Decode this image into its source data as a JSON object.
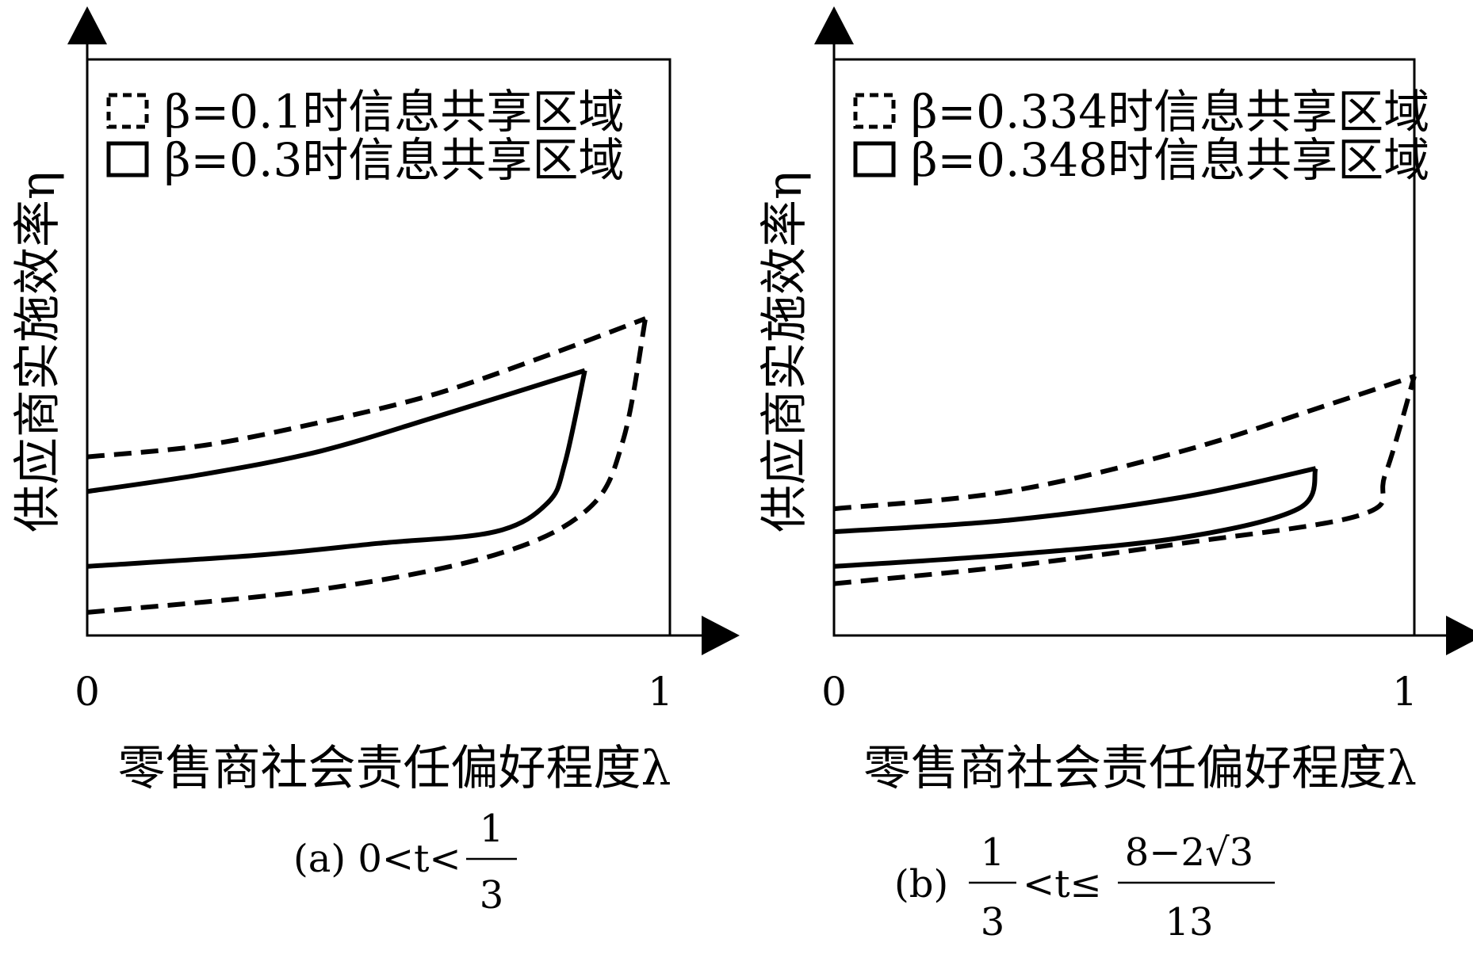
{
  "chart_data": [
    {
      "type": "area",
      "xlabel": "零售商社会责任偏好程度λ",
      "ylabel": "供应商实施效率η",
      "x_ticks": [
        "0",
        "1"
      ],
      "xlim": [
        0,
        1
      ],
      "ylim": [
        0,
        1
      ],
      "grid": false,
      "legend": "top-left",
      "caption": {
        "prefix": "(a) 0<t<",
        "numerator": "1",
        "denominator": "3"
      },
      "series": [
        {
          "name": "β=0.1时信息共享区域",
          "style": "dashed",
          "upper_boundary": [
            [
              0,
              0.31
            ],
            [
              0.2,
              0.33
            ],
            [
              0.4,
              0.37
            ],
            [
              0.6,
              0.42
            ],
            [
              0.8,
              0.49
            ],
            [
              0.958,
              0.55
            ]
          ],
          "lower_boundary": [
            [
              0,
              0.04
            ],
            [
              0.4,
              0.08
            ],
            [
              0.7,
              0.14
            ],
            [
              0.86,
              0.22
            ],
            [
              0.92,
              0.34
            ],
            [
              0.958,
              0.55
            ]
          ]
        },
        {
          "name": "β=0.3时信息共享区域",
          "style": "solid",
          "upper_boundary": [
            [
              0,
              0.25
            ],
            [
              0.2,
              0.28
            ],
            [
              0.4,
              0.32
            ],
            [
              0.6,
              0.38
            ],
            [
              0.854,
              0.46
            ]
          ],
          "lower_boundary": [
            [
              0,
              0.12
            ],
            [
              0.3,
              0.14
            ],
            [
              0.5,
              0.16
            ],
            [
              0.7,
              0.18
            ],
            [
              0.79,
              0.23
            ],
            [
              0.82,
              0.3
            ],
            [
              0.854,
              0.46
            ]
          ]
        }
      ]
    },
    {
      "type": "area",
      "xlabel": "零售商社会责任偏好程度λ",
      "ylabel": "供应商实施效率η",
      "x_ticks": [
        "0",
        "1"
      ],
      "xlim": [
        0,
        1
      ],
      "ylim": [
        0,
        1
      ],
      "grid": false,
      "legend": "top-left",
      "caption": {
        "prefix": "(b) ",
        "frac1_numerator": "1",
        "frac1_denominator": "3",
        "middle": "<t≤",
        "frac2_numerator": "8−2√3",
        "frac2_denominator": "13"
      },
      "series": [
        {
          "name": "β=0.334时信息共享区域",
          "style": "dashed",
          "upper_boundary": [
            [
              0,
              0.22
            ],
            [
              0.3,
              0.25
            ],
            [
              0.6,
              0.32
            ],
            [
              0.85,
              0.4
            ],
            [
              1.0,
              0.45
            ]
          ],
          "lower_boundary": [
            [
              0,
              0.09
            ],
            [
              0.3,
              0.12
            ],
            [
              0.6,
              0.16
            ],
            [
              0.91,
              0.21
            ],
            [
              0.95,
              0.28
            ],
            [
              1.0,
              0.45
            ]
          ]
        },
        {
          "name": "β=0.348时信息共享区域",
          "style": "solid",
          "upper_boundary": [
            [
              0,
              0.18
            ],
            [
              0.3,
              0.2
            ],
            [
              0.6,
              0.24
            ],
            [
              0.83,
              0.29
            ]
          ],
          "lower_boundary": [
            [
              0,
              0.12
            ],
            [
              0.3,
              0.14
            ],
            [
              0.6,
              0.17
            ],
            [
              0.8,
              0.22
            ],
            [
              0.83,
              0.29
            ]
          ]
        }
      ]
    }
  ]
}
